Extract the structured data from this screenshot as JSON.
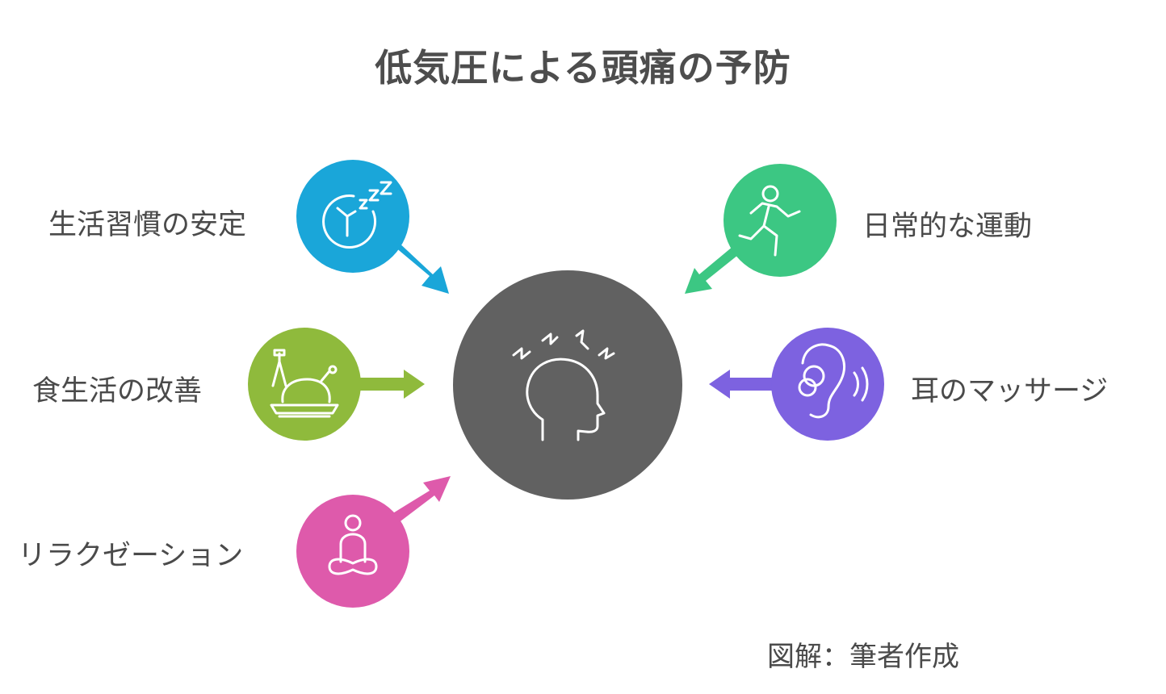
{
  "title": "低気圧による頭痛の予防",
  "center": {
    "icon": "headache-head-icon",
    "color": "#616161"
  },
  "items": [
    {
      "label": "生活習慣の安定",
      "icon": "sleep-clock-icon",
      "color": "#1aa6d9"
    },
    {
      "label": "食生活の改善",
      "icon": "meal-food-icon",
      "color": "#8fba3c"
    },
    {
      "label": "リラクゼーション",
      "icon": "meditation-person-icon",
      "color": "#de5aab"
    },
    {
      "label": "日常的な運動",
      "icon": "running-person-icon",
      "color": "#3cc783"
    },
    {
      "label": "耳のマッサージ",
      "icon": "ear-icon",
      "color": "#7d62e0"
    }
  ],
  "caption": "図解：筆者作成"
}
